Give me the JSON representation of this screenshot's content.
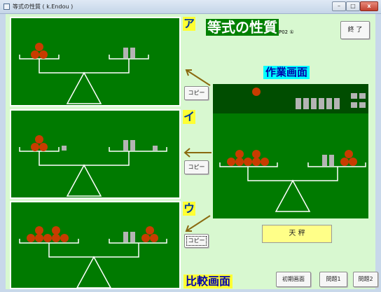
{
  "window": {
    "title": "等式の性質 ( k.Endou )",
    "min": "–",
    "max": "□",
    "close": "x"
  },
  "app_title": "等式の性質",
  "subtitle_note": "P02 ①",
  "exit_button": "終 了",
  "work_heading": "作業画面",
  "compare_heading": "比較画面",
  "panels": [
    {
      "id": "a",
      "label": "ア",
      "copy": "コピー"
    },
    {
      "id": "i",
      "label": "イ",
      "copy": "コピー"
    },
    {
      "id": "u",
      "label": "ウ",
      "copy": "コピー"
    }
  ],
  "balance_button": "天 秤",
  "bottom_buttons": {
    "reset": "初期画面",
    "q1": "問題1",
    "q2": "問題2"
  },
  "colors": {
    "board": "#007a00",
    "board_dark": "#004d00",
    "ball": "#c83c00",
    "block": "#b4b4b4",
    "arrow": "#8a6a10"
  }
}
